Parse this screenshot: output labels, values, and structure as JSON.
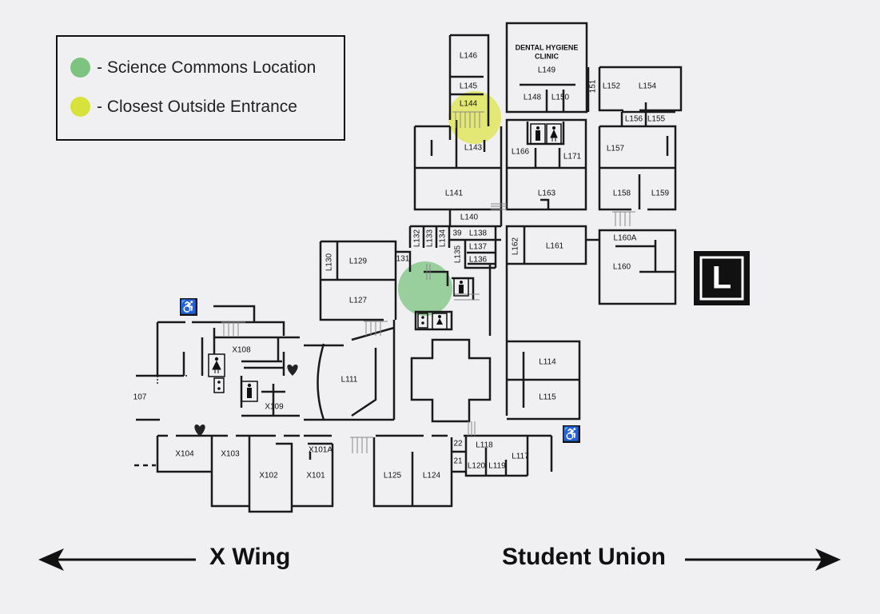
{
  "legend": {
    "items": [
      {
        "label": "- Science Commons Location",
        "color": "#7cc47f"
      },
      {
        "label": "- Closest Outside Entrance",
        "color": "#d7e23a"
      }
    ]
  },
  "building_badge": "L",
  "rooms": {
    "L146": "L146",
    "L145": "L145",
    "L144": "L144",
    "L143": "L143",
    "L141": "L141",
    "L140": "L140",
    "dental1": "DENTAL HYGIENE",
    "dental2": "CLINIC",
    "L149": "L149",
    "L148": "L148",
    "L150": "L150",
    "r151": "151",
    "L152": "L152",
    "L154": "L154",
    "L156": "L156",
    "L155": "L155",
    "L157": "L157",
    "L158": "L158",
    "L159": "L159",
    "L160A": "L160A",
    "L160": "L160",
    "L166": "L166",
    "L171": "L171",
    "L163": "L163",
    "L162": "L162",
    "L161": "L161",
    "L132": "L132",
    "L133": "L133",
    "L134": "L134",
    "r39": "39",
    "L138": "L138",
    "L137": "L137",
    "L136": "L136",
    "L135": "L135",
    "L130": "L130",
    "L129": "L129",
    "r131": "131",
    "L127": "L127",
    "L111": "L111",
    "L114": "L114",
    "L115": "L115",
    "r22": "22",
    "r21": "21",
    "L118": "L118",
    "L120": "L120",
    "L119": "L119",
    "L117": "L117",
    "L125": "L125",
    "L124": "L124",
    "X108": "X108",
    "X109": "X109",
    "r107": "107",
    "X104": "X104",
    "X103": "X103",
    "X102": "X102",
    "X101A": "X101A",
    "X101": "X101"
  },
  "footer": {
    "left": "X Wing",
    "right": "Student Union"
  }
}
